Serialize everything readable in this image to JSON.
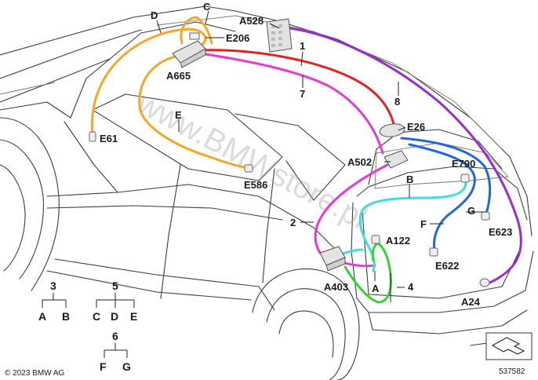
{
  "labels": {
    "D": "D",
    "C": "C",
    "A528": "A528",
    "E206": "E206",
    "A665": "A665",
    "n1": "1",
    "n7": "7",
    "n8": "8",
    "E": "E",
    "E61": "E61",
    "E26": "E26",
    "E790": "E790",
    "B": "B",
    "A502": "A502",
    "E586": "E586",
    "G": "G",
    "F": "F",
    "E623": "E623",
    "n2": "2",
    "A122": "A122",
    "E622": "E622",
    "A403": "A403",
    "A": "A",
    "n4": "4",
    "A24": "A24"
  },
  "legend": {
    "t3": {
      "parent": "3",
      "children": [
        "A",
        "B"
      ]
    },
    "t5": {
      "parent": "5",
      "children": [
        "C",
        "D",
        "E"
      ]
    },
    "t6": {
      "parent": "6",
      "children": [
        "F",
        "G"
      ]
    }
  },
  "watermark": "www.BMWstore.pl",
  "copyright": "© 2023 BMW AG",
  "figure_number": "537582",
  "colors": {
    "orange": "#f4a823",
    "red": "#e52121",
    "magenta": "#e53ad8",
    "purple": "#9b2bd6",
    "blue": "#2265e0",
    "cyan": "#3fdede",
    "green": "#37d22f"
  }
}
